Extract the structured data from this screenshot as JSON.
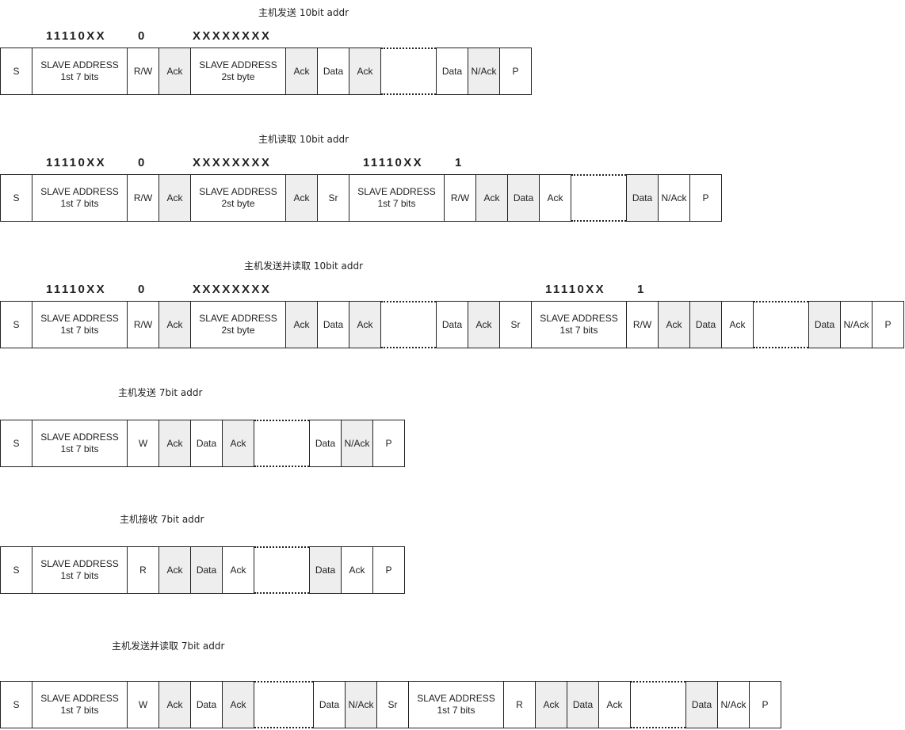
{
  "titles": {
    "d1": "主机发送  10bit addr",
    "d2": "主机读取  10bit addr",
    "d3": "主机发送并读取  10bit addr",
    "d4": "主机发送  7bit addr",
    "d5": "主机接收 7bit addr",
    "d6": "主机发送并读取  7bit addr"
  },
  "bits": {
    "addr_hi": "11110XX",
    "rw_zero": "0",
    "addr_lo": "XXXXXXXX",
    "rw_one": "1"
  },
  "labels": {
    "s": "S",
    "sr": "Sr",
    "p": "P",
    "rw": "R/W",
    "w": "W",
    "r": "R",
    "ack": "Ack",
    "nack": "N/Ack",
    "data": "Data",
    "slave_addr": "SLAVE ADDRESS",
    "first7": "1st 7 bits",
    "second_byte": "2st byte"
  }
}
